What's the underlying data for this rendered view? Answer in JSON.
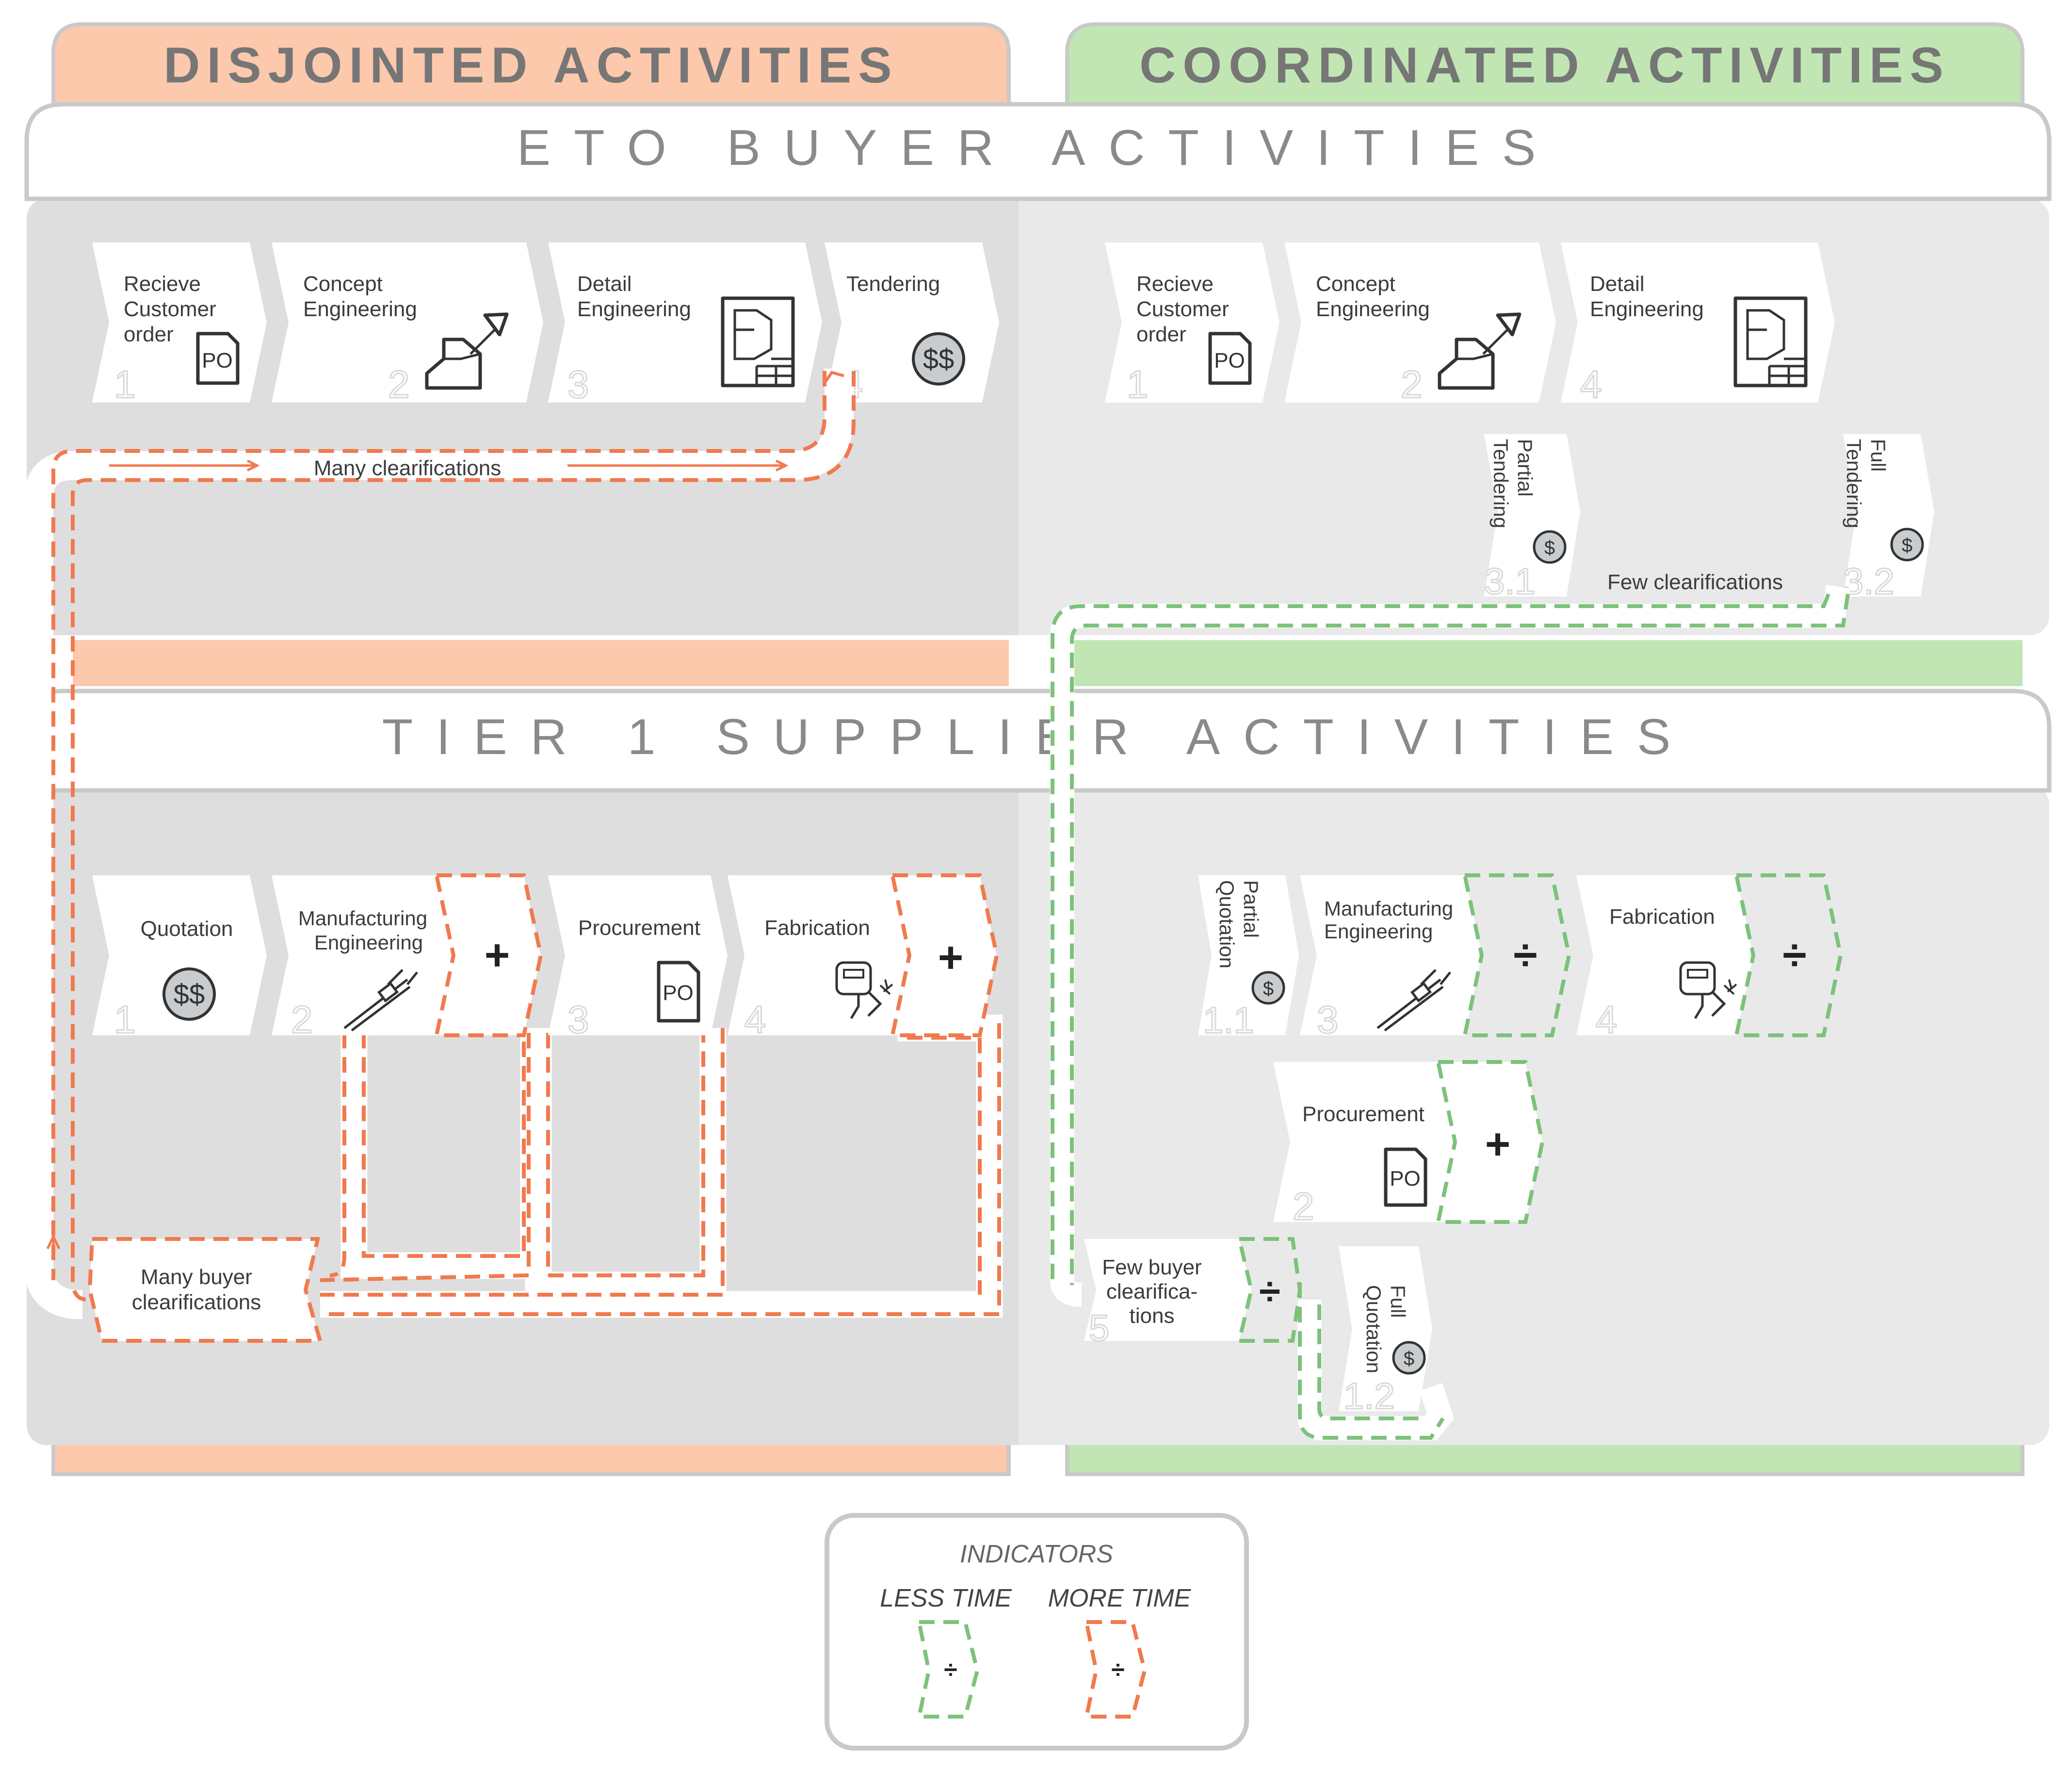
{
  "headers": {
    "disjointed": "DISJOINTED ACTIVITIES",
    "coordinated": "COORDINATED ACTIVITIES"
  },
  "sections": {
    "buyer": "ETO BUYER ACTIVITIES",
    "supplier": "TIER 1 SUPPLIER ACTIVITIES"
  },
  "disjointed": {
    "buyer_steps": [
      {
        "label": "Recieve Customer order",
        "number": "1",
        "icon": "po-document-icon"
      },
      {
        "label": "Concept Engineering",
        "number": "2",
        "icon": "concept-engineering-icon"
      },
      {
        "label": "Detail Engineering",
        "number": "3",
        "icon": "detail-drawing-icon"
      },
      {
        "label": "Tendering",
        "number": "4",
        "icon": "dollar-coin-icon"
      }
    ],
    "buyer_flow_label": "Many clearifications",
    "supplier_steps": [
      {
        "label": "Quotation",
        "number": "1",
        "icon": "dollar-coin-icon"
      },
      {
        "label": "Manufacturing Engineering",
        "number": "2",
        "icon": "caliper-icon",
        "indicator": "+"
      },
      {
        "label": "Procurement",
        "number": "3",
        "icon": "po-document-icon"
      },
      {
        "label": "Fabrication",
        "number": "4",
        "icon": "welding-icon",
        "indicator": "+"
      }
    ],
    "supplier_flow_label": "Many buyer clearifications"
  },
  "coordinated": {
    "buyer_steps": [
      {
        "label": "Recieve Customer order",
        "number": "1",
        "icon": "po-document-icon"
      },
      {
        "label": "Concept Engineering",
        "number": "2",
        "icon": "concept-engineering-icon"
      },
      {
        "label": "Detail Engineering",
        "number": "4",
        "icon": "detail-drawing-icon"
      }
    ],
    "buyer_sub_steps": [
      {
        "label": "Partial Tendering",
        "number": "3.1",
        "icon": "dollar-coin-icon"
      },
      {
        "label": "Full Tendering",
        "number": "3.2",
        "icon": "dollar-coin-icon"
      }
    ],
    "buyer_flow_label": "Few clearifications",
    "supplier_steps": [
      {
        "label": "Partial Quotation",
        "number": "1.1",
        "icon": "dollar-coin-icon"
      },
      {
        "label": "Manufacturing Engineering",
        "number": "3",
        "icon": "caliper-icon",
        "indicator": "÷"
      },
      {
        "label": "Fabrication",
        "number": "4",
        "icon": "welding-icon",
        "indicator": "÷"
      },
      {
        "label": "Procurement",
        "number": "2",
        "icon": "po-document-icon",
        "indicator": "+"
      },
      {
        "label": "Few buyer clearifica- tions",
        "number": "5",
        "indicator": "÷"
      },
      {
        "label": "Full Quotation",
        "number": "1.2",
        "icon": "dollar-coin-icon"
      }
    ]
  },
  "legend": {
    "title": "INDICATORS",
    "less": "LESS TIME",
    "more": "MORE TIME",
    "symbol": "÷"
  },
  "icons": {
    "po_text": "PO",
    "dollar_double": "$$",
    "dollar_single": "$"
  },
  "colors": {
    "disjointed": "#fcc9ad",
    "coordinated": "#c1e6b4",
    "panel_left": "#dededf",
    "panel_right": "#e9e9ea",
    "orange_line": "#f07a4e",
    "green_line": "#7cc27a"
  }
}
